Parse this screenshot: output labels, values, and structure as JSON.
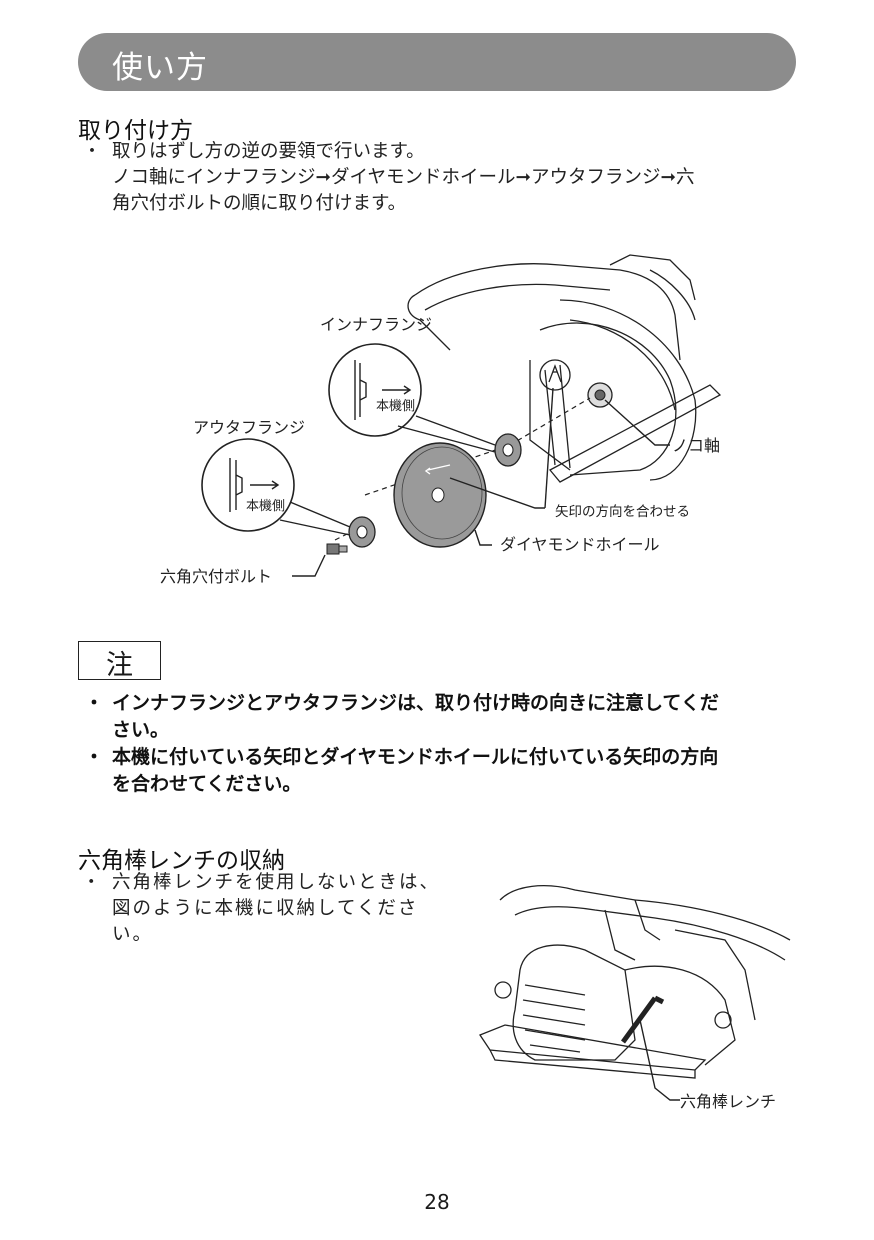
{
  "header": {
    "title": "使い方"
  },
  "install": {
    "heading": "取り付け方",
    "bullet": "・",
    "lines": [
      "取りはずし方の逆の要領で行います。",
      "ノコ軸にインナフランジ➞ダイヤモンドホイール➞アウタフランジ➞六",
      "角穴付ボルトの順に取り付けます。"
    ]
  },
  "figure1": {
    "labels": {
      "inner_flange": "インナフランジ",
      "outer_flange": "アウタフランジ",
      "machine_side_1": "本機側",
      "machine_side_2": "本機側",
      "hex_bolt": "六角穴付ボルト",
      "saw_shaft": "ノコ軸",
      "align_arrows": "矢印の方向を合わせる",
      "diamond_wheel": "ダイヤモンドホイール"
    }
  },
  "note": {
    "label": "注",
    "bullet": "・",
    "items": [
      {
        "lines": [
          "インナフランジとアウタフランジは、取り付け時の向きに注意してくだ",
          "さい。"
        ]
      },
      {
        "lines": [
          "本機に付いている矢印とダイヤモンドホイールに付いている矢印の方向",
          "を合わせてください。"
        ]
      }
    ]
  },
  "storage": {
    "heading": "六角棒レンチの収納",
    "bullet": "・",
    "lines": [
      "六角棒レンチを使用しないときは、",
      "図のように本機に収納してくださ",
      "い。"
    ]
  },
  "figure2": {
    "labels": {
      "hex_wrench": "六角棒レンチ"
    }
  },
  "footer": {
    "page_number": "28"
  }
}
